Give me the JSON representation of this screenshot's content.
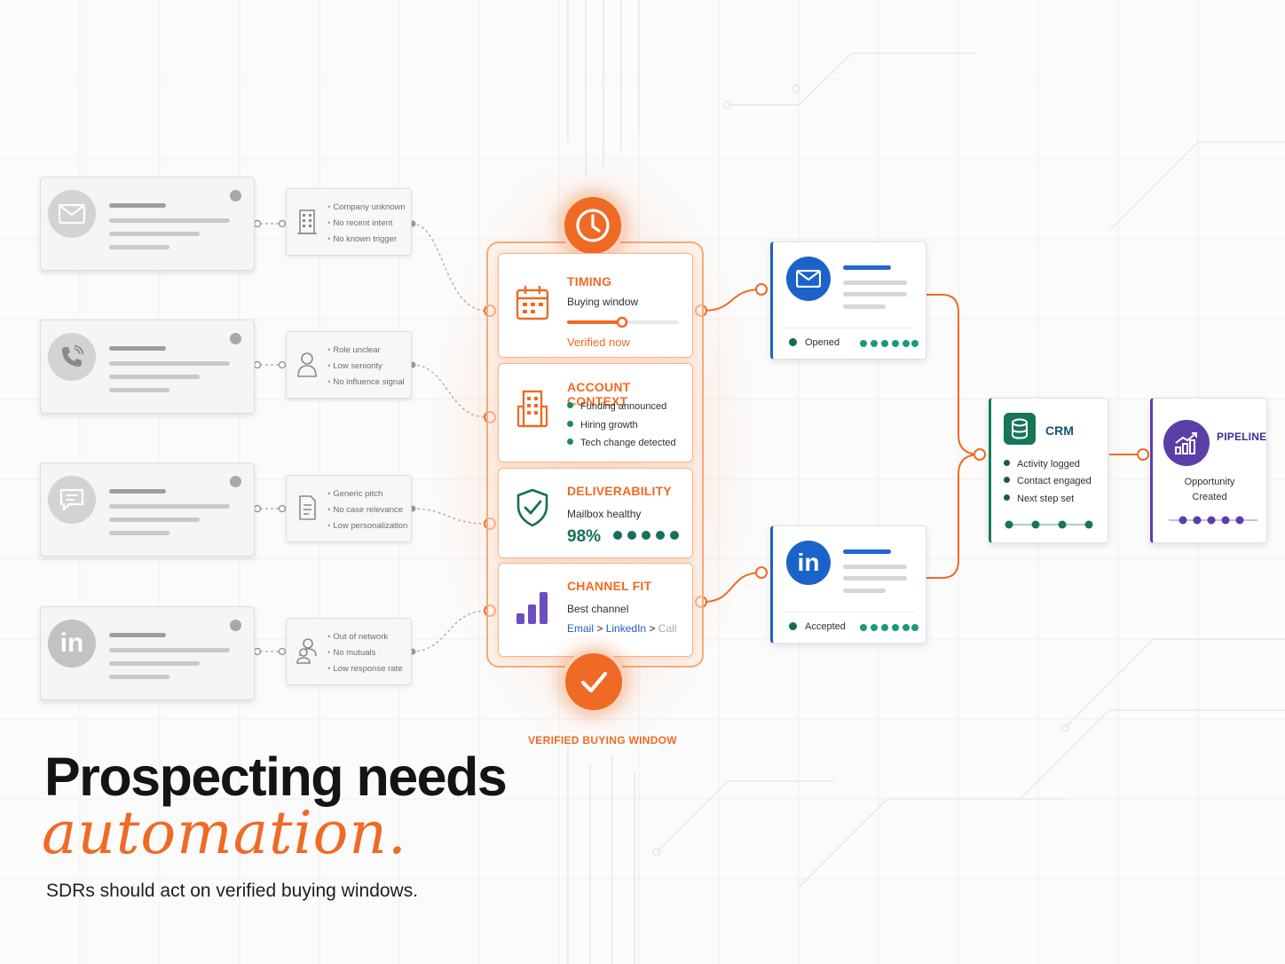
{
  "colors": {
    "accent": "#ef6a24",
    "crm_green": "#177558",
    "status_green": "#1a8a68",
    "linkedin_blue": "#1c63c9",
    "pipeline_purple": "#5b3fa8",
    "muted_gray": "#a8a8a8"
  },
  "channels": [
    {
      "icon": "envelope-icon"
    },
    {
      "icon": "phone-icon"
    },
    {
      "icon": "chat-icon"
    },
    {
      "icon": "linkedin-icon",
      "glyph": "in"
    }
  ],
  "notes": [
    {
      "icon": "building-icon",
      "items": [
        "Company unknown",
        "No recent intent",
        "No known trigger"
      ]
    },
    {
      "icon": "person-icon",
      "items": [
        "Role unclear",
        "Low seniority",
        "No influence signal"
      ]
    },
    {
      "icon": "document-icon",
      "items": [
        "Generic pitch",
        "No case relevance",
        "Low personalization"
      ]
    },
    {
      "icon": "people-icon",
      "items": [
        "Out of network",
        "No mutuals",
        "Low response rate"
      ]
    }
  ],
  "stages": {
    "timing": {
      "title": "TIMING",
      "subtitle": "Buying window",
      "status": "Verified now"
    },
    "account": {
      "title": "ACCOUNT CONTEXT",
      "items": [
        "Funding announced",
        "Hiring growth",
        "Tech change detected"
      ]
    },
    "deliverability": {
      "title": "DELIVERABILITY",
      "subtitle": "Mailbox healthy",
      "score": "98%"
    },
    "channel": {
      "title": "CHANNEL FIT",
      "subtitle": "Best channel",
      "options": [
        "Email",
        "LinkedIn",
        "Call"
      ],
      "separator": ">"
    }
  },
  "verified_label": "VERIFIED BUYING WINDOW",
  "results": {
    "email": {
      "status": "Opened"
    },
    "linkedin": {
      "status": "Accepted",
      "glyph": "in"
    }
  },
  "crm": {
    "title": "CRM",
    "items": [
      "Activity logged",
      "Contact engaged",
      "Next step set"
    ]
  },
  "pipeline": {
    "title": "PIPELINE",
    "line1": "Opportunity",
    "line2": "Created"
  },
  "headline": {
    "line1": "Prospecting needs",
    "line2": "automation.",
    "subtitle": "SDRs should act on verified buying windows."
  }
}
